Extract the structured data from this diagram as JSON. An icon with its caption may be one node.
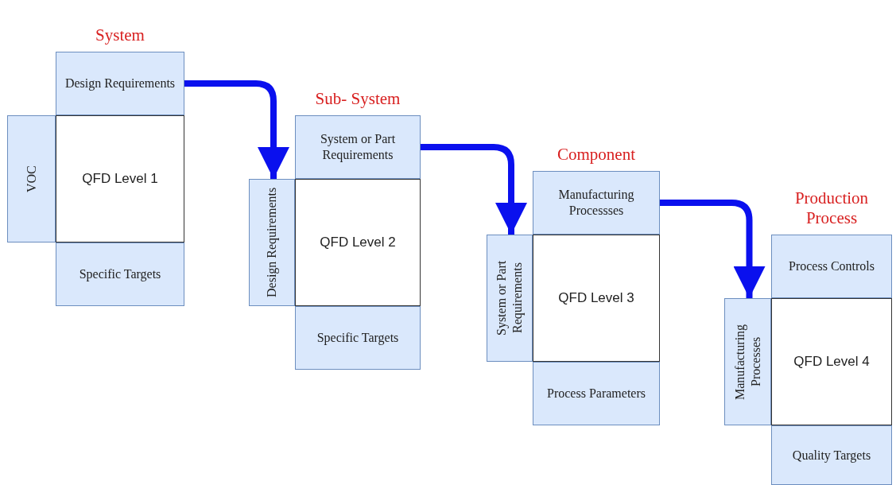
{
  "diagram": {
    "nodes": [
      {
        "text": [
          "Design Requirements"
        ],
        "beside": [
          "System"
        ]
      },
      {
        "text": [
          "VOC"
        ]
      },
      {
        "text": [
          "QFD Level 1"
        ]
      },
      {
        "text": [
          "Specific Targets"
        ]
      },
      {
        "text": [
          "System or Part Requirements"
        ],
        "beside": [
          "Sub- System"
        ]
      },
      {
        "text": [
          "Design Requirements"
        ]
      },
      {
        "text": [
          "QFD Level 2"
        ]
      },
      {
        "text": [
          "Specific Targets"
        ]
      },
      {
        "text": [
          "Manufacturing Processses"
        ],
        "beside": [
          "Component"
        ]
      },
      {
        "text": [
          "System or Part Requirements"
        ]
      },
      {
        "text": [
          "QFD Level 3"
        ]
      },
      {
        "text": [
          "Process Parameters"
        ]
      },
      {
        "text": [
          "Process Controls"
        ],
        "beside": [
          "Production Process"
        ]
      },
      {
        "text": [
          "Manufacturing Processes"
        ]
      },
      {
        "text": [
          "QFD Level 4"
        ]
      },
      {
        "text": [
          "Quality Targets"
        ]
      }
    ],
    "edges": [
      {
        "from": 0,
        "to": 5,
        "arrow": "to"
      },
      {
        "from": 4,
        "to": 9,
        "arrow": "to"
      },
      {
        "from": 8,
        "to": 13,
        "arrow": "to"
      }
    ]
  }
}
